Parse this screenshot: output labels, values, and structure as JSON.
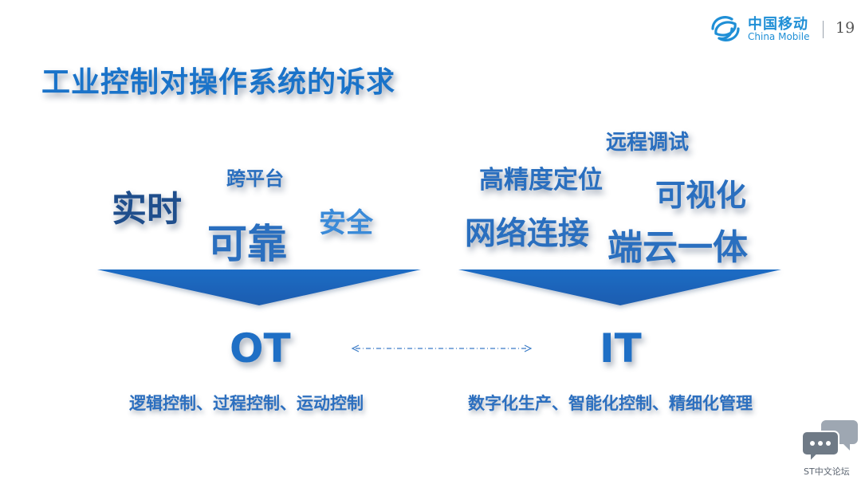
{
  "header": {
    "logo_cn": "中国移动",
    "logo_en": "China Mobile",
    "page_number": "19"
  },
  "title": "工业控制对操作系统的诉求",
  "ot": {
    "keywords": {
      "realtime": "实时",
      "cross_platform": "跨平台",
      "reliable": "可靠",
      "secure": "安全"
    },
    "label": "OT",
    "description": "逻辑控制、过程控制、运动控制"
  },
  "it": {
    "keywords": {
      "remote_debug": "远程调试",
      "precise_positioning": "高精度定位",
      "visualization": "可视化",
      "network": "网络连接",
      "edge_cloud": "端云一体"
    },
    "label": "IT",
    "description": "数字化生产、智能化控制、精细化管理"
  },
  "watermark": {
    "text": "ST中文论坛",
    "icon": "chat-bubbles-icon"
  },
  "colors": {
    "brand_blue": "#1f8fd6",
    "title_blue": "#1a73c9",
    "arrow_blue": "#1f6fc5",
    "dark_blue": "#1f4e8c"
  }
}
